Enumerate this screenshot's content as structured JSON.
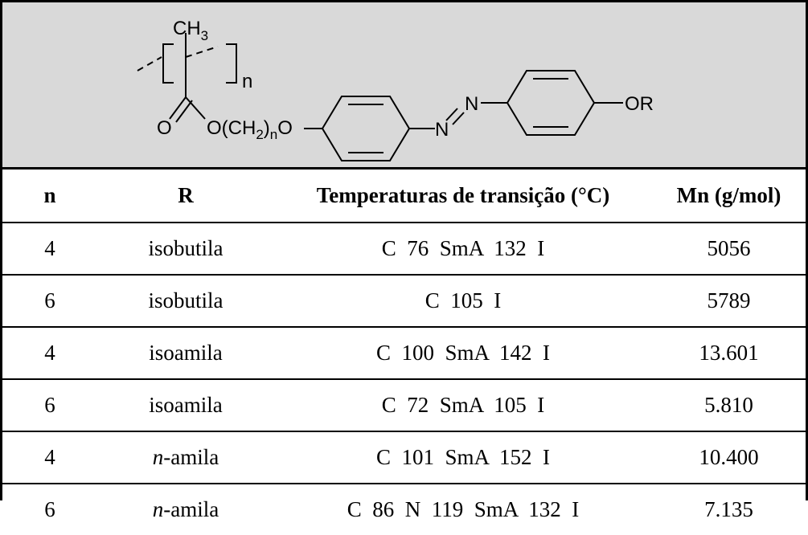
{
  "structure": {
    "methyl_label": "CH",
    "methyl_subscript": "3",
    "repeat_label": "n",
    "carbonyl_o": "O",
    "ester_prefix": "O(CH",
    "ester_sub_2": "2",
    "ester_close": ")",
    "ester_sub_n": "n",
    "ester_suffix": "O",
    "azo_n_top": "N",
    "azo_n_bottom": "N",
    "terminal_group": "OR"
  },
  "table": {
    "headers": {
      "n": "n",
      "r": "R",
      "temps": "Temperaturas de transição (°C)",
      "mn": "Mn (g/mol)"
    },
    "rows": [
      {
        "n": "4",
        "r_prefix": "",
        "r": "isobutila",
        "temps": "C  76  SmA  132  I",
        "mn": "5056"
      },
      {
        "n": "6",
        "r_prefix": "",
        "r": "isobutila",
        "temps": "C  105  I",
        "mn": "5789"
      },
      {
        "n": "4",
        "r_prefix": "",
        "r": "isoamila",
        "temps": "C  100  SmA  142  I",
        "mn": "13.601"
      },
      {
        "n": "6",
        "r_prefix": "",
        "r": "isoamila",
        "temps": "C  72  SmA  105  I",
        "mn": "5.810"
      },
      {
        "n": "4",
        "r_prefix": "n",
        "r": "-amila",
        "temps": "C  101  SmA  152  I",
        "mn": "10.400"
      },
      {
        "n": "6",
        "r_prefix": "n",
        "r": "-amila",
        "temps": "C  86  N  119  SmA  132  I",
        "mn": "7.135"
      }
    ]
  },
  "colors": {
    "structure_background": "#d9d9d9",
    "border": "#000000"
  }
}
